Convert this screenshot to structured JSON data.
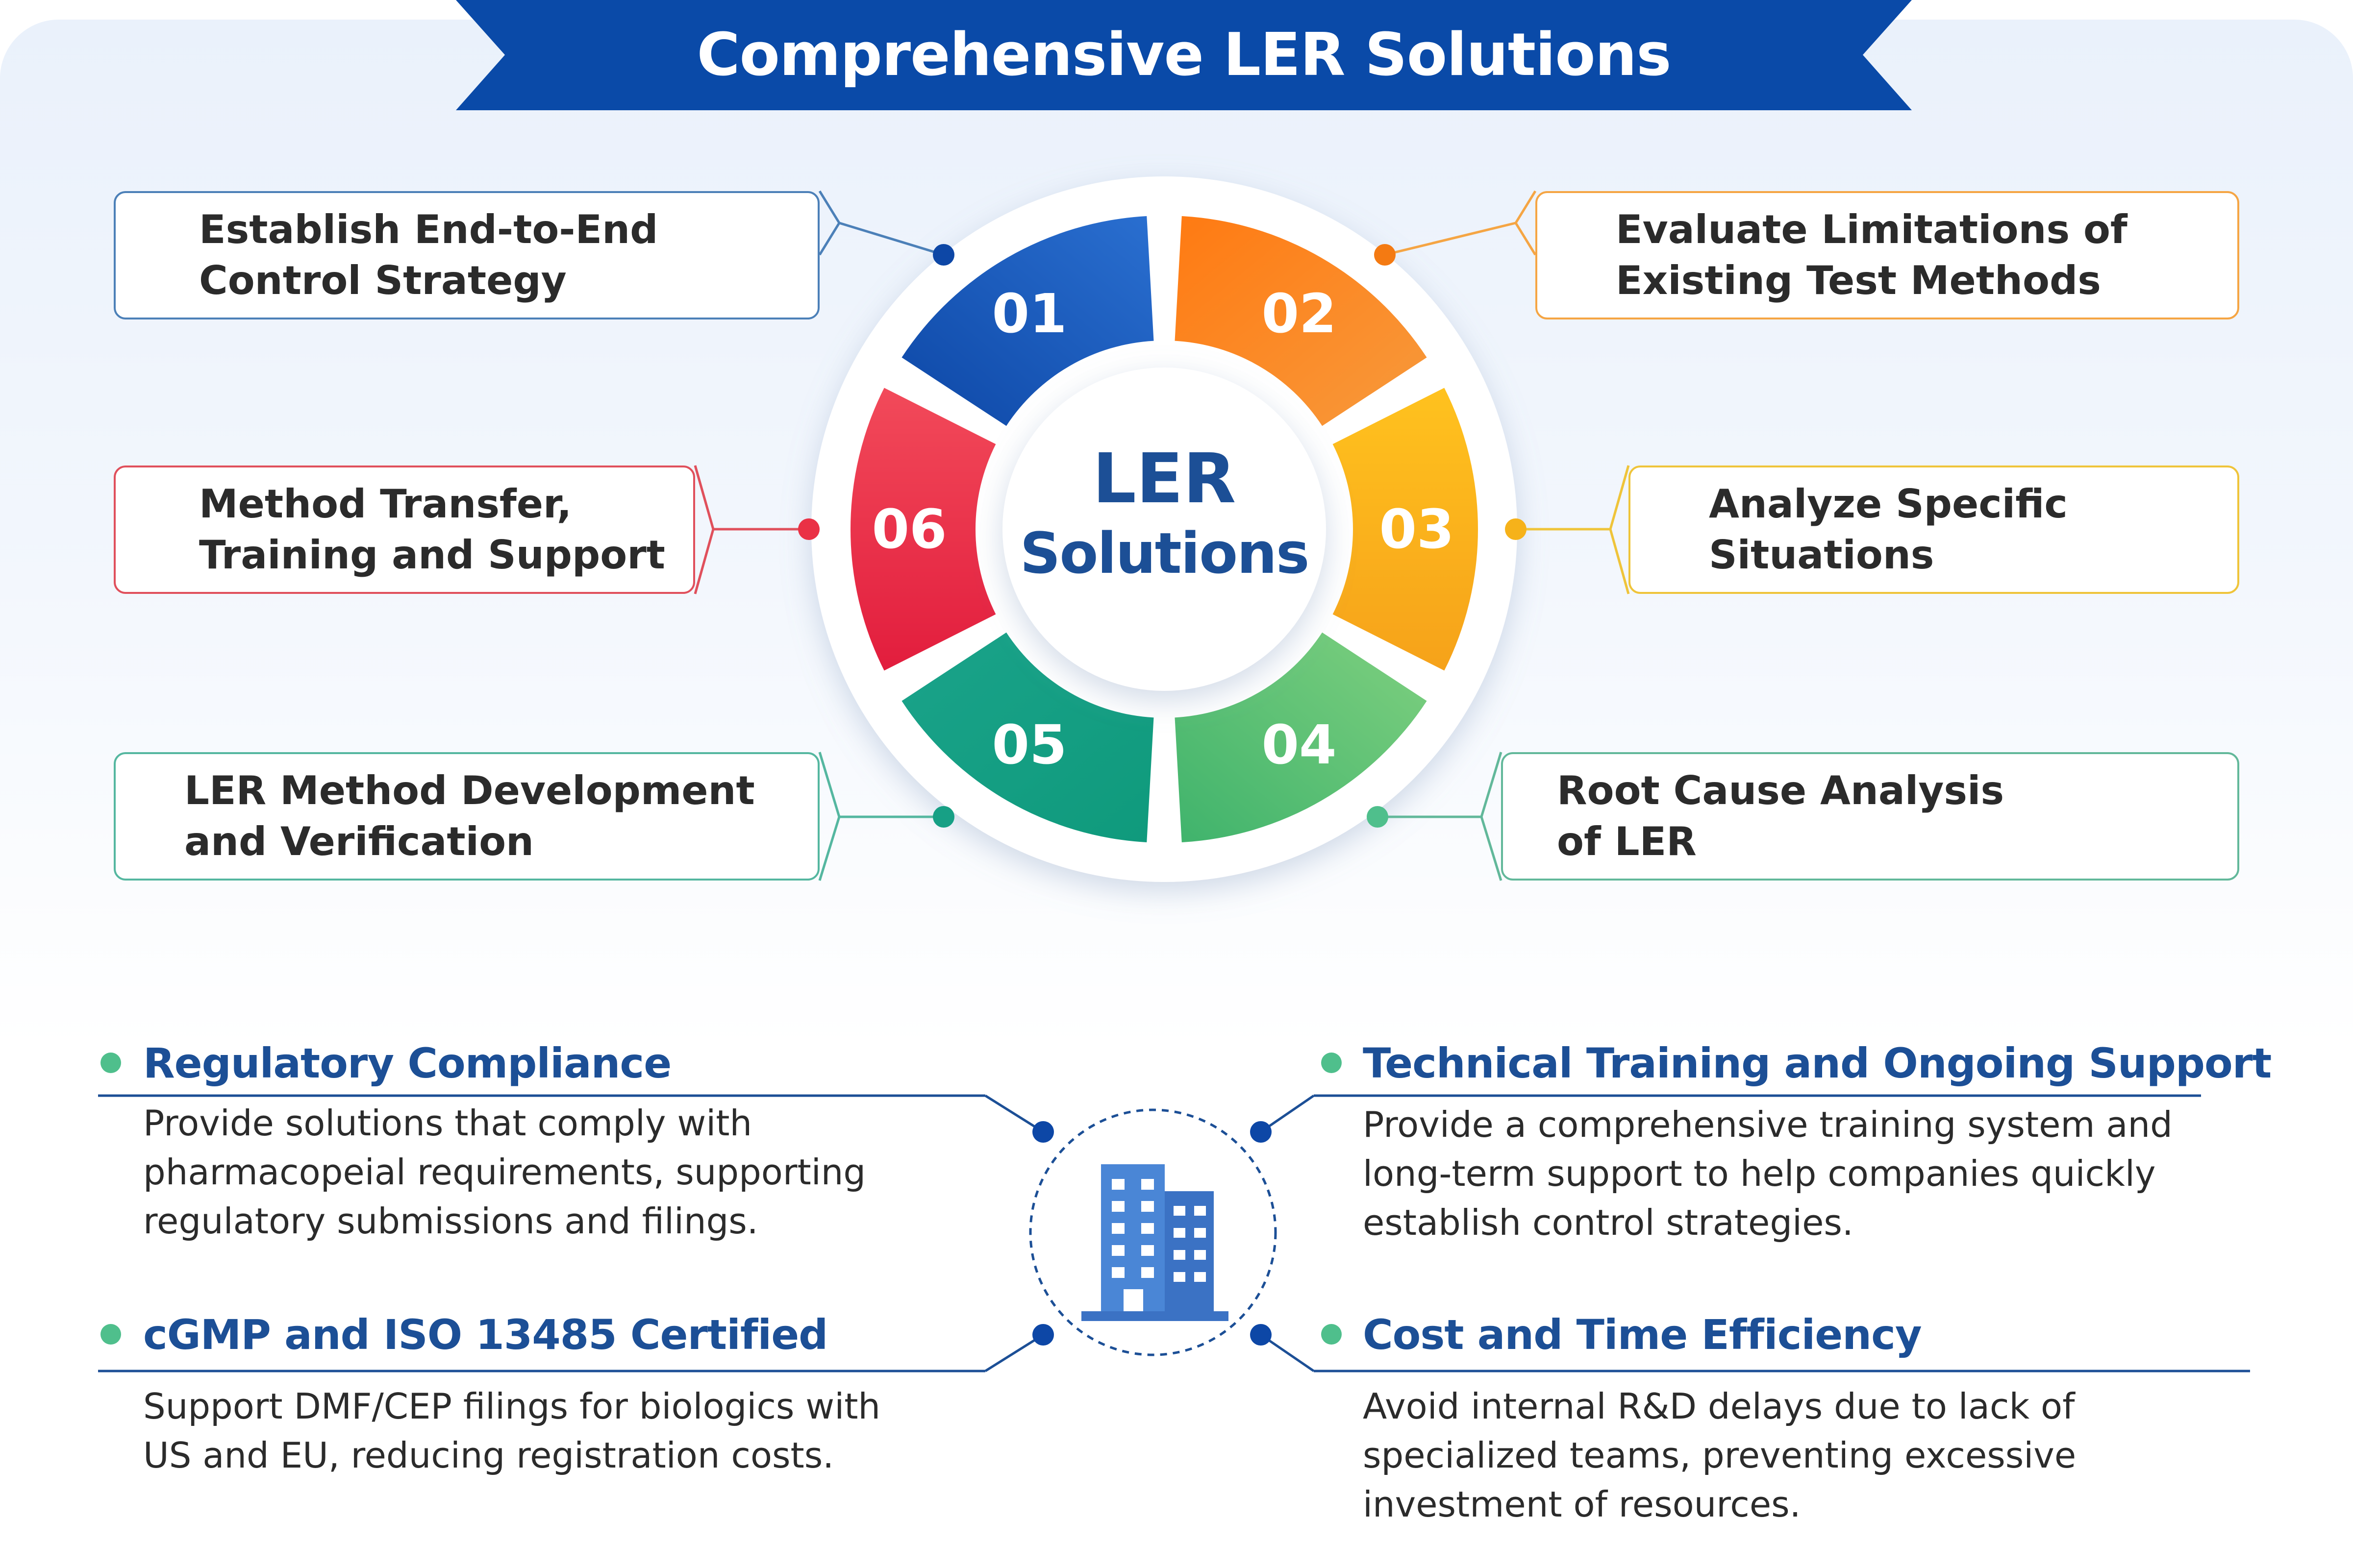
{
  "title": "Comprehensive LER Solutions",
  "center": {
    "line1": "LER",
    "line2": "Solutions"
  },
  "steps": [
    {
      "num": "01",
      "label": "Establish End-to-End\nControl Strategy",
      "color": "#1c57b3"
    },
    {
      "num": "02",
      "label": "Evaluate Limitations of\nExisting Test Methods",
      "color": "#f7841f"
    },
    {
      "num": "03",
      "label": "Analyze Specific\nSituations",
      "color": "#f6b71c"
    },
    {
      "num": "04",
      "label": "Root Cause Analysis\nof LER",
      "color": "#5cc27a"
    },
    {
      "num": "05",
      "label": "LER Method Development\nand Verification",
      "color": "#1fa889"
    },
    {
      "num": "06",
      "label": "Method Transfer,\nTraining and Support",
      "color": "#ee3b4a"
    }
  ],
  "features": [
    {
      "title": "Regulatory Compliance",
      "desc": "Provide solutions that comply with pharmacopeial requirements, supporting regulatory submissions and filings."
    },
    {
      "title": "Technical Training and Ongoing Support",
      "desc": "Provide a comprehensive training system and long-term support to help companies quickly establish control strategies."
    },
    {
      "title": "cGMP and ISO 13485 Certified",
      "desc": "Support DMF/CEP filings for biologics with US and EU, reducing registration costs."
    },
    {
      "title": "Cost and Time Efficiency",
      "desc": "Avoid internal R&D delays due to lack of specialized teams, preventing excessive investment of resources."
    }
  ],
  "icons": {
    "center_icon": "building-icon"
  },
  "colors": {
    "brand_blue": "#1c4f96",
    "ribbon": "#0a4aa8",
    "feature_dot": "#4fbf8c"
  }
}
